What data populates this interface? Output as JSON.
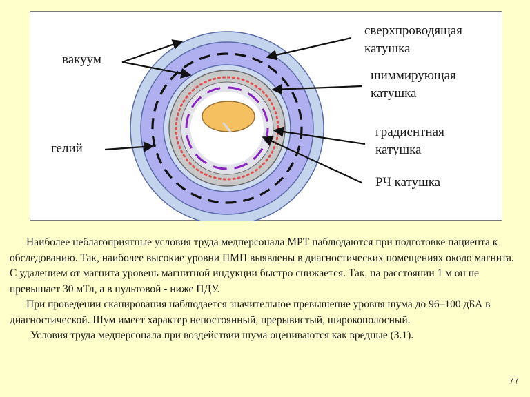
{
  "diagram": {
    "labels": {
      "vacuum": "вакуум",
      "helium": "гелий",
      "superconducting_coil": [
        "сверхпроводящая",
        "катушка"
      ],
      "shim_coil": [
        "шиммирующая",
        "катушка"
      ],
      "gradient_coil": [
        "градиентная",
        "катушка"
      ],
      "rf_coil": "РЧ катушка"
    },
    "colors": {
      "outer_ring": "#c4d4ec",
      "helium_ring": "#b0b0f0",
      "ring_border": "#5a6aa8",
      "inner_gray": "#c8c8c8",
      "inner_ring": "#e2e2ea",
      "shim_dots": "#e05050",
      "gradient_dashes": "#8a20c0",
      "patient_fill": "#f5c060",
      "patient_stroke": "#9a7030"
    }
  },
  "paragraphs": [
    "Наиболее неблагоприятные условия труда медперсонала МРТ наблюдаются при подготовке пациента к обследованию. Так, наиболее высокие уровни ПМП выявлены в диагностических помещениях около магнита. С удалением от магнита уровень магнитной индукции быстро снижается. Так, на расстоянии 1 м он не превышает 30 мТл, а в пультовой - ниже ПДУ.",
    "При проведении сканирования наблюдается значительное превышение уровня шума до 96–100 дБА в диагностической. Шум имеет характер непостоянный, прерывистый, широкополосный.",
    "Условия труда медперсонала при воздействии шума оцениваются как вредные (3.1)."
  ],
  "page_number": "77"
}
